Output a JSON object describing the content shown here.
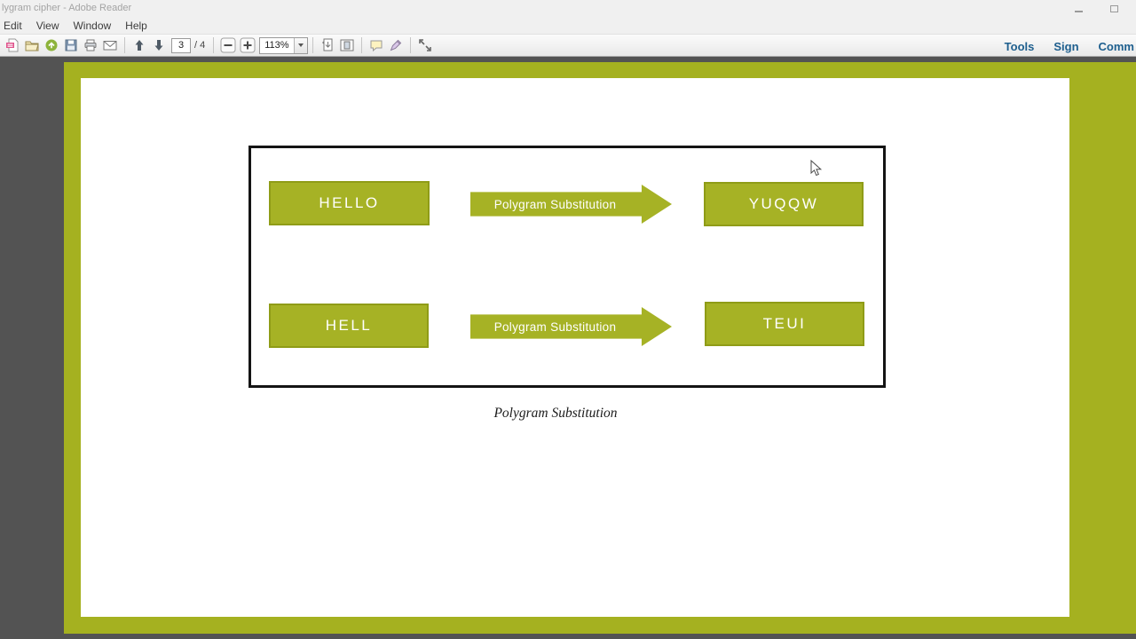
{
  "window": {
    "title": "lygram cipher - Adobe Reader"
  },
  "menubar": {
    "items": [
      {
        "label": "Edit"
      },
      {
        "label": "View"
      },
      {
        "label": "Window"
      },
      {
        "label": "Help"
      }
    ]
  },
  "toolbar": {
    "page_current": "3",
    "page_total": "/ 4",
    "zoom": "113%",
    "right_buttons": [
      {
        "label": "Tools"
      },
      {
        "label": "Sign"
      },
      {
        "label": "Comm"
      }
    ],
    "icons": [
      "create-pdf-icon",
      "open-icon",
      "cloud-upload-icon",
      "save-icon",
      "print-icon",
      "email-icon",
      "previous-page-icon",
      "next-page-icon",
      "zoom-out-icon",
      "zoom-in-icon",
      "zoom-dropdown-caret-icon",
      "page-scroll-icon",
      "fit-page-icon",
      "comment-bubble-icon",
      "highlight-icon",
      "fullscreen-icon",
      "minimize-icon",
      "maximize-icon",
      "cursor-icon"
    ]
  },
  "document": {
    "diagram": {
      "rows": [
        {
          "input": "HELLO",
          "arrow_label": "Polygram Substitution",
          "output": "YUQQW"
        },
        {
          "input": "HELL",
          "arrow_label": "Polygram Substitution",
          "output": "TEUI"
        }
      ],
      "caption": "Polygram Substitution"
    }
  },
  "colors": {
    "slide_green": "#a5b120",
    "box_green": "#a6b225",
    "box_border_green": "#8f9c17",
    "canvas_gray": "#535353",
    "toolbar_link_blue": "#1e5f8e"
  }
}
